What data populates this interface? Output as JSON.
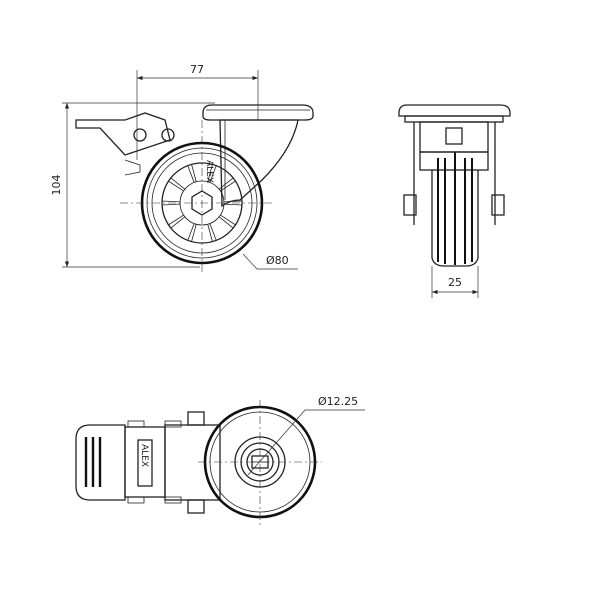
{
  "views": {
    "side": {
      "width_dim": "77",
      "height_dim": "104",
      "wheel_diameter": "Ø80",
      "logo": "ALEX"
    },
    "front": {
      "wheel_width_dim": "25"
    },
    "top": {
      "axle_diameter": "Ø12.25",
      "logo": "ALEX"
    }
  },
  "colors": {
    "line": "#222222",
    "background": "#ffffff"
  }
}
